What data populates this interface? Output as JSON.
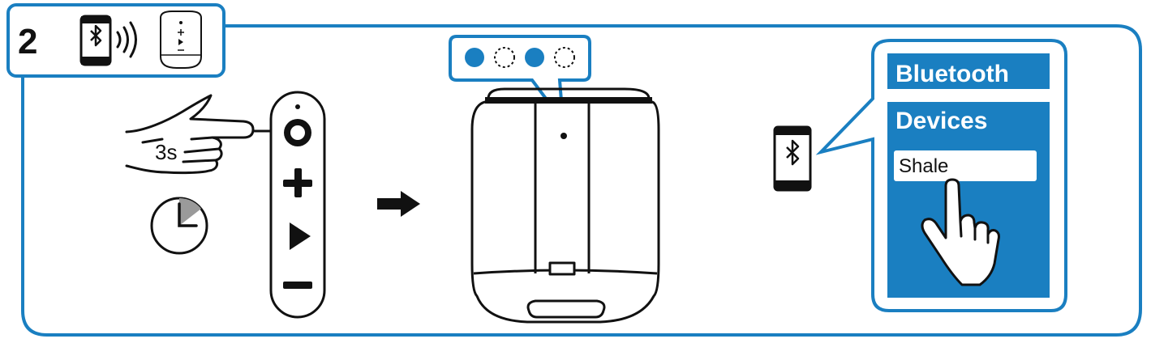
{
  "step": {
    "number": "2"
  },
  "press": {
    "duration": "3s"
  },
  "led_indicator": {
    "states": [
      "on",
      "off",
      "on",
      "off"
    ],
    "color_on": "#1a7fc1"
  },
  "phone_menu": {
    "header": "Bluetooth",
    "section": "Devices",
    "device_name": "Shale"
  },
  "colors": {
    "accent": "#1a7fc1",
    "frame": "#1a7fc1",
    "ink": "#111111"
  },
  "icons": [
    "bluetooth-phone-icon",
    "signal-waves-icon",
    "speaker-icon",
    "hand-pointer-icon",
    "clock-icon",
    "arrow-right-icon",
    "smartphone-icon",
    "finger-tap-icon"
  ]
}
